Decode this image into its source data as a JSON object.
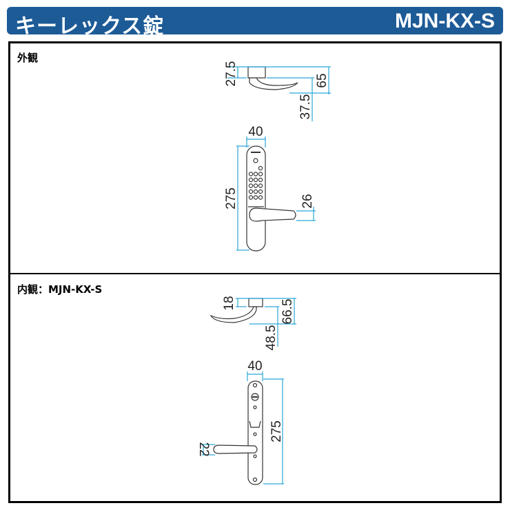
{
  "header": {
    "title": "キーレックス錠",
    "model": "MJN-KX-S",
    "bg_color": "#1d5b97"
  },
  "sections": [
    {
      "label": "外観",
      "dims": {
        "side_top": "27.5",
        "side_total": "65",
        "side_lever": "37.5",
        "width": "40",
        "height": "275",
        "lever_width": "26"
      }
    },
    {
      "label": "内観：MJN-KX-S",
      "dims": {
        "side_top": "18",
        "side_total": "66.5",
        "side_lever": "48.5",
        "width": "40",
        "height": "275",
        "lever_width": "22"
      }
    }
  ],
  "colors": {
    "dimension_line": "#2aa6d6"
  }
}
